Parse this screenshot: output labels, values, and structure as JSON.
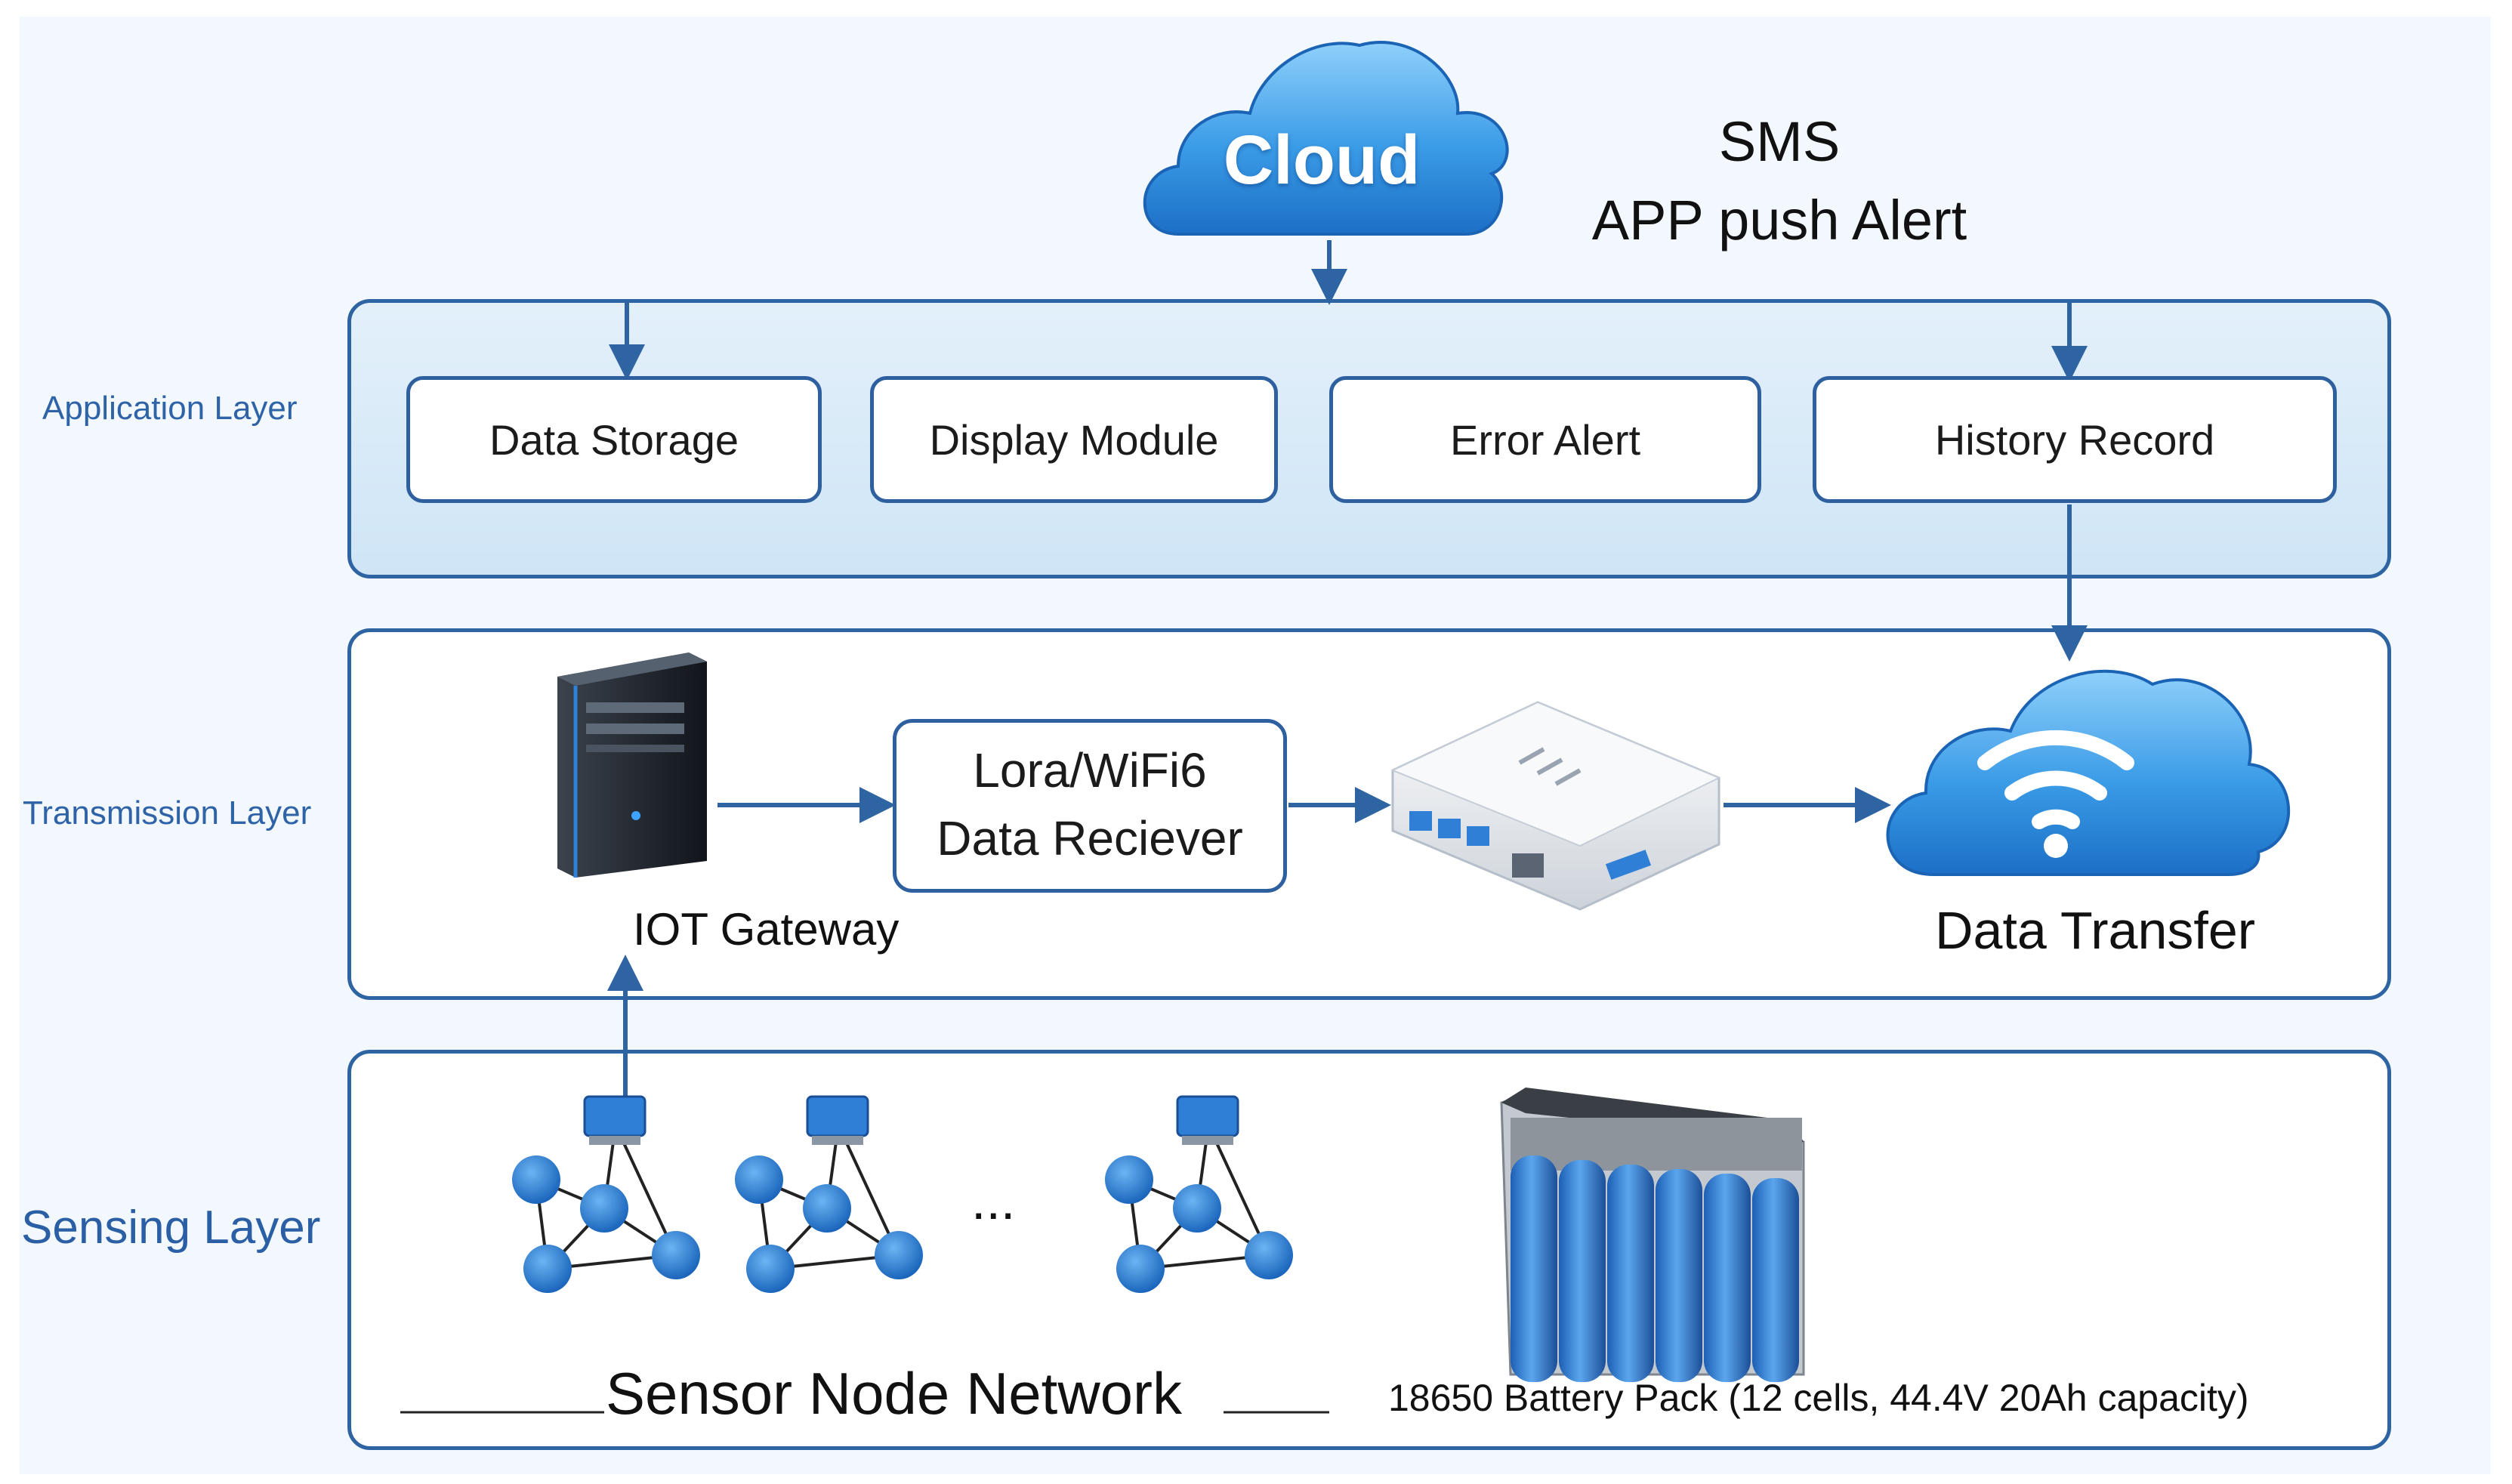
{
  "cloud": {
    "label": "Cloud"
  },
  "alerts": {
    "line1": "SMS",
    "line2": "APP push Alert"
  },
  "layers": {
    "application": "Application Layer",
    "transmission": "Transmission Layer",
    "sensing": "Sensing Layer"
  },
  "application_modules": {
    "storage": "Data Storage",
    "display": "Display Module",
    "error": "Error Alert",
    "history": "History Record"
  },
  "transmission": {
    "gateway": "IOT Gateway",
    "receiver_line1": "Lora/WiFi6",
    "receiver_line2": "Data Reciever",
    "transfer": "Data Transfer"
  },
  "sensing": {
    "network": "Sensor Node Network",
    "ellipsis": "...",
    "battery": "18650 Battery Pack (12 cells, 44.4V 20Ah capacity)"
  },
  "colors": {
    "layer_border": "#2f64a3",
    "arrow": "#2f64a3",
    "cloud_blue": "#2a8ee0",
    "node_blue": "#1f73c9"
  },
  "icons": [
    "cloud-icon",
    "server-tower-icon",
    "network-switch-icon",
    "wifi-cloud-icon",
    "sensor-cluster-icon",
    "battery-pack-icon"
  ]
}
